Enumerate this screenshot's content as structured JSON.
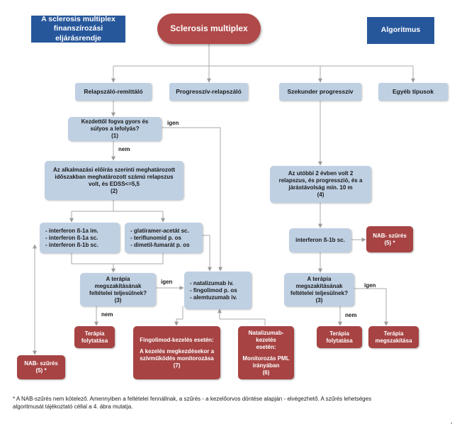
{
  "header_left": [
    "A sclerosis multiplex",
    "finanszírozási eljárásrendje"
  ],
  "title": "Sclerosis multiplex",
  "header_right": "Algoritmus",
  "categories": [
    "Relapszáló-remittáló",
    "Progresszív-relapszáló",
    "Szekunder progresszív",
    "Egyéb típusok"
  ],
  "q1": [
    "Kezdettől fogva gyors és",
    "súlyos a lefolyás?",
    "(1)"
  ],
  "q2": [
    "Az alkalmazási előírás szerinti meghatározott",
    "időszakban meghatározott számú relapszus",
    "volt, és EDSS<=5,5",
    "(2)"
  ],
  "drugs_left": [
    "- interferon ß-1a im.",
    "- interferon ß-1a sc.",
    "- interferon ß-1b sc."
  ],
  "drugs_mid": [
    "- glatiramer-acetát sc.",
    "- teriflunomid p. os",
    "- dimetil-fumarát p. os"
  ],
  "q3_left": [
    "A terápia",
    "megszakításának",
    "feltételei teljesülnek?",
    "(3)"
  ],
  "second_line": [
    "- natalizumab iv.",
    "- fingolimod p. os",
    "- alemtuzumab iv."
  ],
  "therapy_continue": [
    "Terápia",
    "folytatása"
  ],
  "nab_left": [
    "NAB- szűrés",
    "(5) *"
  ],
  "fingolimod": [
    "Fingolimod-kezelés esetén:",
    "A kezelés megkezdésekor a",
    "szívműködés monitorozása",
    "(7)"
  ],
  "natalizumab": [
    "Natalizumab-kezelés",
    "esetén:",
    "Monitorozás PML",
    "irányában",
    "(6)"
  ],
  "q4": [
    "Az utóbbi 2 évben volt 2",
    "relapszus, és progresszió, és a",
    "járástávolság min. 10 m",
    "(4)"
  ],
  "interferon_1b": "interferon ß-1b sc.",
  "nab_right": [
    "NAB- szűrés",
    "(5) *"
  ],
  "q3_right": [
    "A terápia",
    "megszakításának",
    "feltételei teljesülnek?",
    "(3)"
  ],
  "therapy_continue_right": [
    "Terápia",
    "folytatása"
  ],
  "therapy_stop": [
    "Terápia",
    "megszakítása"
  ],
  "labels": {
    "yes": "igen",
    "no": "nem"
  },
  "footnote": [
    "* A NAB-szűrés nem kötelező. Amennyiben a feltételei fennállnak, a szűrés - a kezelőorvos döntése alapján - elvégezhető. A szűrés lehetséges",
    "algoritmusát tájékoztató céllal a 4. ábra mutatja."
  ],
  "page_mark": "*",
  "colors": {
    "header": "#27579b",
    "title": "#b04949",
    "box": "#bfd0e3",
    "red_box": "#a74343",
    "line": "#a8a8a8"
  }
}
